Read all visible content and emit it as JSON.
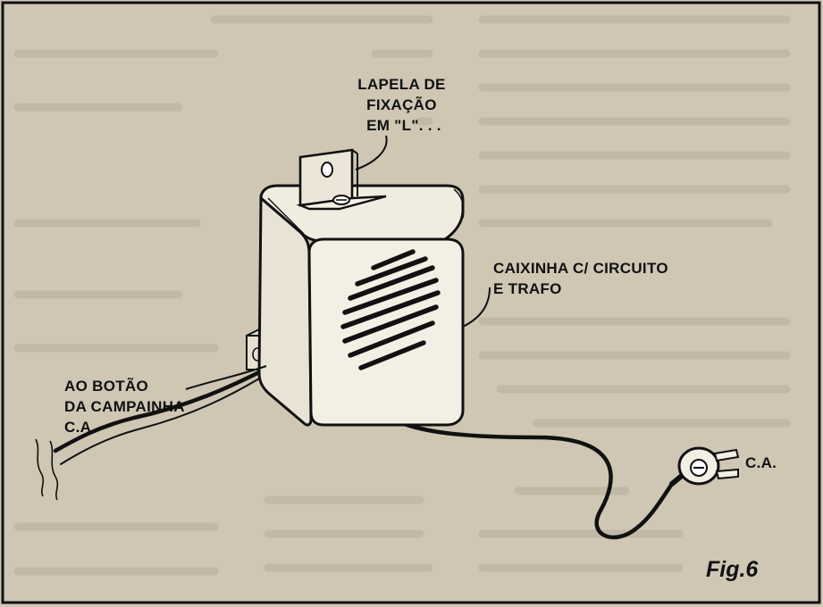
{
  "labels": {
    "bracket": [
      "LAPELA DE",
      "FIXAÇÃO",
      "EM \"L\". . ."
    ],
    "box": [
      "CAIXINHA C/ CIRCUITO",
      "E TRAFO"
    ],
    "button": [
      "AO BOTÃO",
      "DA CAMPAINHA",
      "C.A."
    ],
    "plug": "C.A.",
    "figure": "Fig.6"
  },
  "colors": {
    "paper": "#cfc6b4",
    "ink": "#111111",
    "box_fill": "#f1ece0",
    "bleed_text": "#9e9583"
  }
}
